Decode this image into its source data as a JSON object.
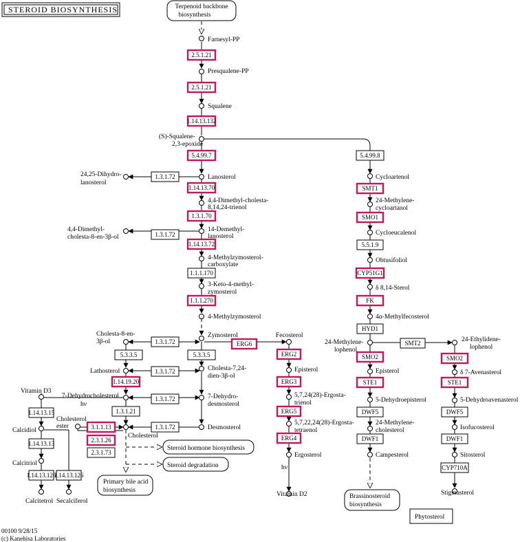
{
  "title": "STEROID BIOSYNTHESIS",
  "footer": {
    "code_date": "00100 9/28/15",
    "copyright": "(c) Kanehisa Laboratories"
  },
  "enzymes": {
    "e1": "2.5.1.21",
    "e2": "2.5.1.21",
    "e3": "1.14.13.132",
    "e4": "5.4.99.7",
    "e5": "1.14.13.70",
    "e6": "1.3.1.70",
    "e7": "1.14.13.72",
    "e8": "1.1.1.170",
    "e9": "1.1.1.270",
    "e10": "1.3.1.72",
    "e11": "1.3.1.72",
    "e12": "1.3.1.72",
    "e13": "ERG6",
    "e14": "5.3.3.5",
    "e15": "5.3.3.5",
    "e16": "1.3.1.72",
    "e17": "1.14.19.20",
    "e18": "1.3.1.72",
    "e19": "1.3.1.21",
    "e20": "1.3.1.72",
    "e21": "3.1.1.13",
    "e22": "2.3.1.26",
    "e23": "2.3.1.73",
    "e24": "1.14.13.15",
    "e25": "1.14.13.13",
    "e26": "1.14.13.126",
    "e27": "1.14.13.126",
    "e28": "ERG2",
    "e29": "ERG3",
    "e30": "ERG5",
    "e31": "ERG4",
    "e32": "5.4.99.8",
    "e33": "SMT1",
    "e34": "SMO1",
    "e35": "5.5.1.9",
    "e36": "CYP51G1",
    "e37": "FK",
    "e38": "HYD1",
    "e39": "SMT2",
    "e40": "SMO2",
    "e41": "STE1",
    "e42": "DWF5",
    "e43": "DWF1",
    "e44": "SMO2",
    "e45": "STE1",
    "e46": "DWF5",
    "e47": "DWF1",
    "e48": "CYP710A"
  },
  "compounds": {
    "farnesyl": "Farnesyl-PP",
    "presqualene": "Presqualene-PP",
    "squalene": "Squalene",
    "epoxide1": "(S)-Squalene-",
    "epoxide2": "2,3-epoxide",
    "dihydrolan1": "24,25-Dihydro-",
    "dihydrolan2": "lanosterol",
    "lanosterol": "Lanosterol",
    "dmc1": "4,4-Dimethyl-cholesta-",
    "dmc2": "8,14,24-trienol",
    "dmc8_1": "4,4-Dimethyl-",
    "dmc8_2": "cholesta-8-en-3β-ol",
    "dml1": "14-Demethyl-",
    "dml2": "lanosterol",
    "mzc1": "4-Methylzymosterol-",
    "mzc2": "carboxylate",
    "kmz1": "3-Keto-4-methyl-",
    "kmz2": "zymosterol",
    "mz": "4-Methylzymosterol",
    "zymosterol": "Zymosterol",
    "c8en1": "Cholesta-8-en-",
    "c8en2": "3β-ol",
    "c724_1": "Cholesta-7,24-",
    "c724_2": "dien-3β-ol",
    "lathosterol": "Lathosterol",
    "dhd1": "7-Dehydro-",
    "dhd2": "desmosterol",
    "dhc": "7-Dehydrocholesterol",
    "hv1": "hν",
    "vitd3": "Vitamin D3",
    "calcidiol": "Calcidiol",
    "calcitriol": "Calcitriol",
    "calcitetrol": "Calcitetrol",
    "secalciferol": "Secalciferol",
    "cholester1": "Cholesterol",
    "cholester2": "ester",
    "cholesterol": "Cholesterol",
    "desmosterol": "Desmosterol",
    "fecosterol": "Fecosterol",
    "episterol": "Episterol",
    "ergtri1": "5,7,24(28)-Ergosta-",
    "ergtri2": "trienol",
    "ergtet1": "5,7,22,24(28)-Ergosta-",
    "ergtet2": "tetraenol",
    "ergosterol": "Ergosterol",
    "hv2": "hν",
    "vitd2": "Vitamin D2",
    "cycloartenol": "Cycloartenol",
    "mca1": "24-Methylene-",
    "mca2": "cycloartanol",
    "cycloeucalenol": "Cycloeucalenol",
    "obtusifoliol": "Obtusifoliol",
    "sterol814": "δ 8,14-Sterol",
    "mfecosterol": "4α-Methylfecosterol",
    "mlop1": "24-Methylene-",
    "mlop2": "lophenol",
    "elop1": "24-Ethylidene-",
    "elop2": "lophenol",
    "episterol2": "Episterol",
    "avenasterol": "δ 7-Avenasterol",
    "dep": "5-Dehydroepisterol",
    "dav": "5-Dehydroavenasterol",
    "mchol1": "24-Methylene-",
    "mchol2": "cholesterol",
    "isofucosterol": "Isofucosterol",
    "campesterol": "Campesterol",
    "sitosterol": "Sitosterol",
    "stigmasterol": "Stigmasterol"
  },
  "maps": {
    "terpenoid": "Terpenoid backbone biosynthesis",
    "steroid_hormone": "Steroid hormone biosynthesis",
    "steroid_degradation": "Steroid degradation",
    "bile_acid": "Primary bile acid biosynthesis",
    "brassinosteroid": "Brassinosteroid biosynthesis",
    "phytosterol": "Phytosterol"
  }
}
